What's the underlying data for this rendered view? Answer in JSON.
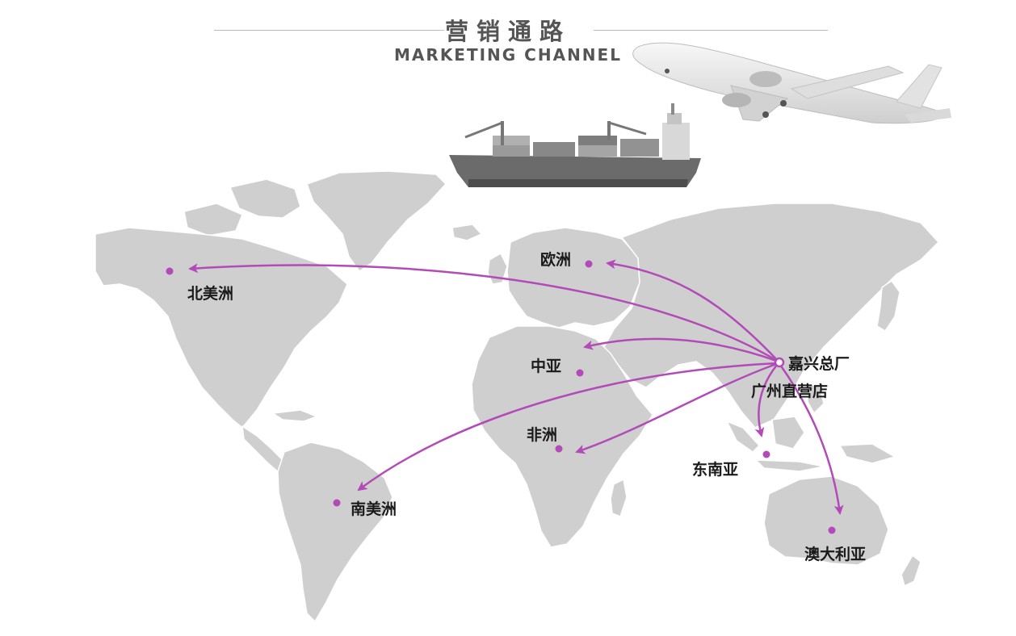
{
  "header": {
    "title_cn": "营销通路",
    "title_en": "MARKETING CHANNEL"
  },
  "colors": {
    "route": "#b24bb8",
    "land": "#cfcfcf",
    "land_dark": "#bdbdbd",
    "text": "#1a1a1a",
    "title": "#555555"
  },
  "icons": [
    "airplane-icon",
    "cargo-ship-icon"
  ],
  "origin": {
    "label_1": "嘉兴总厂",
    "label_2": "广州直营店"
  },
  "destinations": [
    {
      "id": "europe",
      "label": "欧洲"
    },
    {
      "id": "north-america",
      "label": "北美洲"
    },
    {
      "id": "middle-east",
      "label": "中亚"
    },
    {
      "id": "africa",
      "label": "非洲"
    },
    {
      "id": "south-america",
      "label": "南美洲"
    },
    {
      "id": "southeast-asia",
      "label": "东南亚"
    },
    {
      "id": "australia",
      "label": "澳大利亚"
    }
  ]
}
